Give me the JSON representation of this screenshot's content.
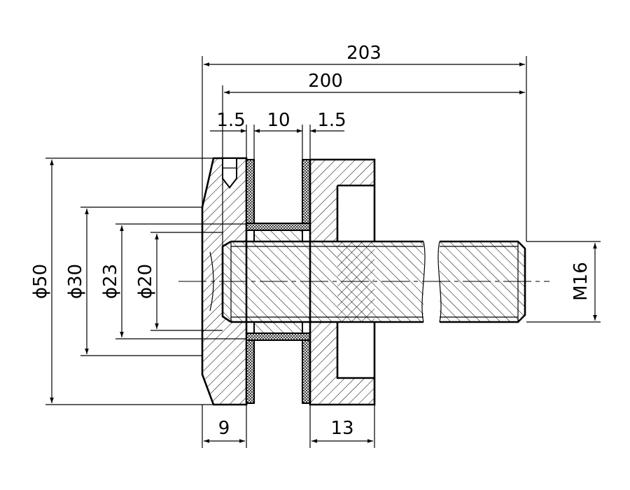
{
  "dimensions": {
    "overall_length": "203",
    "thread_length": "200",
    "gap_left": "1.5",
    "glass_thickness": "10",
    "gap_right": "1.5",
    "diameter_outer": "ϕ50",
    "diameter_flange": "ϕ30",
    "diameter_boss": "ϕ23",
    "diameter_bolt": "ϕ20",
    "thread": "M16",
    "cap_thickness": "9",
    "nut_thickness": "13"
  }
}
